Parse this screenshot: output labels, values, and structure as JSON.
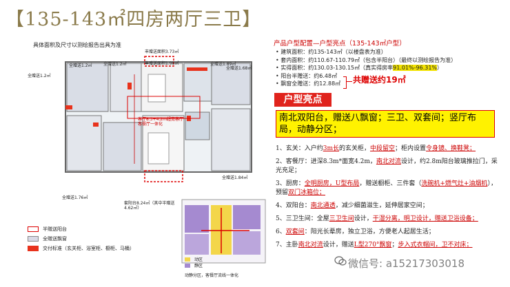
{
  "title": "【135-143㎡四房两厅三卫】",
  "subnote": "具体面积及尺寸以测绘报告出具为准",
  "plan": {
    "annotations": [
      "丰赠送面积3.73㎡",
      "丰赠送面积1.98㎡",
      "全赠送1.2㎡",
      "全赠送1.2㎡",
      "全赠送1.2㎡",
      "全赠送1.89㎡",
      "全赠送1.68㎡",
      "全赠送1.84㎡",
      "全赠送1.76㎡",
      "客厅8.3+4.2m超宽客厅 客餐厅一体化",
      "套阳台8.24㎡（其中半赠送4.62㎡）"
    ],
    "legend": [
      {
        "label": "半赠送阳台",
        "color": "#ffffff",
        "border": "#d00"
      },
      {
        "label": "全赠送飘窗",
        "color": "#d9d9e6",
        "border": "#888"
      },
      {
        "label": "交付标准（玄关柜、浴室柜、橱柜、马桶）",
        "color": "#e8321c",
        "border": "#e8321c"
      }
    ],
    "keyplan_legend": [
      "动区",
      "静区"
    ],
    "keyplan_caption": "动静分区，客餐厅流线一体化"
  },
  "right": {
    "heading": "产品户型配置—户型亮点（135-143㎡户型）",
    "specs": [
      {
        "label": "建筑面积：约135-143㎡（以楼盘表为准）"
      },
      {
        "label": "套内面积：约110.67-110.79㎡（包含半阳台）（最终以测绘报告为准）"
      },
      {
        "label": "实得面积：约130.03-130.15㎡（真实得房率",
        "highlight": "91.01%-96.31%",
        "tail": "）"
      },
      {
        "label": "阳台半赠送：约6.48㎡"
      },
      {
        "label": "飘窗全赠送：约12.88㎡"
      }
    ],
    "bonus": "共赠送约19㎡",
    "badge": "户型亮点",
    "summary": "南北双阳台，赠送八飘窗；三卫、双套间；竖厅布局，动静分区；",
    "points": [
      {
        "prefix": "1、玄关：入户约",
        "mark": "3m长",
        "mid": "的玄关柜，",
        "mark2": "中段留空",
        "tail": "；柜内设置",
        "mark3": "令身镜、换鞋凳；"
      },
      {
        "prefix": "2、客餐厅：进深8.3m*面宽4.2m，",
        "mark": "南北对流",
        "mid": "设计，约2.8m阳台玻璃推拉门，采光充足；",
        "mark2": "",
        "tail": "",
        "mark3": ""
      },
      {
        "prefix": "3、厨房：",
        "mark": "全明厨房，U型布局",
        "mid": "，赠送橱柜、三件套（",
        "mark2": "洗碗机+燃气灶+油烟机",
        "tail": "），预留",
        "mark3": "双门冰箱位；"
      },
      {
        "prefix": "4、双阳台：",
        "mark": "南北通透",
        "mid": "，减少细菌滋生，延伸居家空间；",
        "mark2": "",
        "tail": "",
        "mark3": ""
      },
      {
        "prefix": "5、三卫生间：全屋",
        "mark": "三卫生间",
        "mid": "设计，",
        "mark2": "干湿分离，明卫设计，赠送卫浴设备；",
        "tail": "",
        "mark3": ""
      },
      {
        "prefix": "6、",
        "mark": "双套间",
        "mid": "：阳光长辈房，独立卫浴，方便老人起居生活；",
        "mark2": "",
        "tail": "",
        "mark3": ""
      },
      {
        "prefix": "7、主卧",
        "mark": "南北对流",
        "mid": "设计，赠送",
        "mark2": "L型270°飘窗",
        "tail": "；",
        "mark3": "步入式衣帽间，卫不对床；"
      }
    ],
    "watermark": "微信号: a15217303018"
  }
}
